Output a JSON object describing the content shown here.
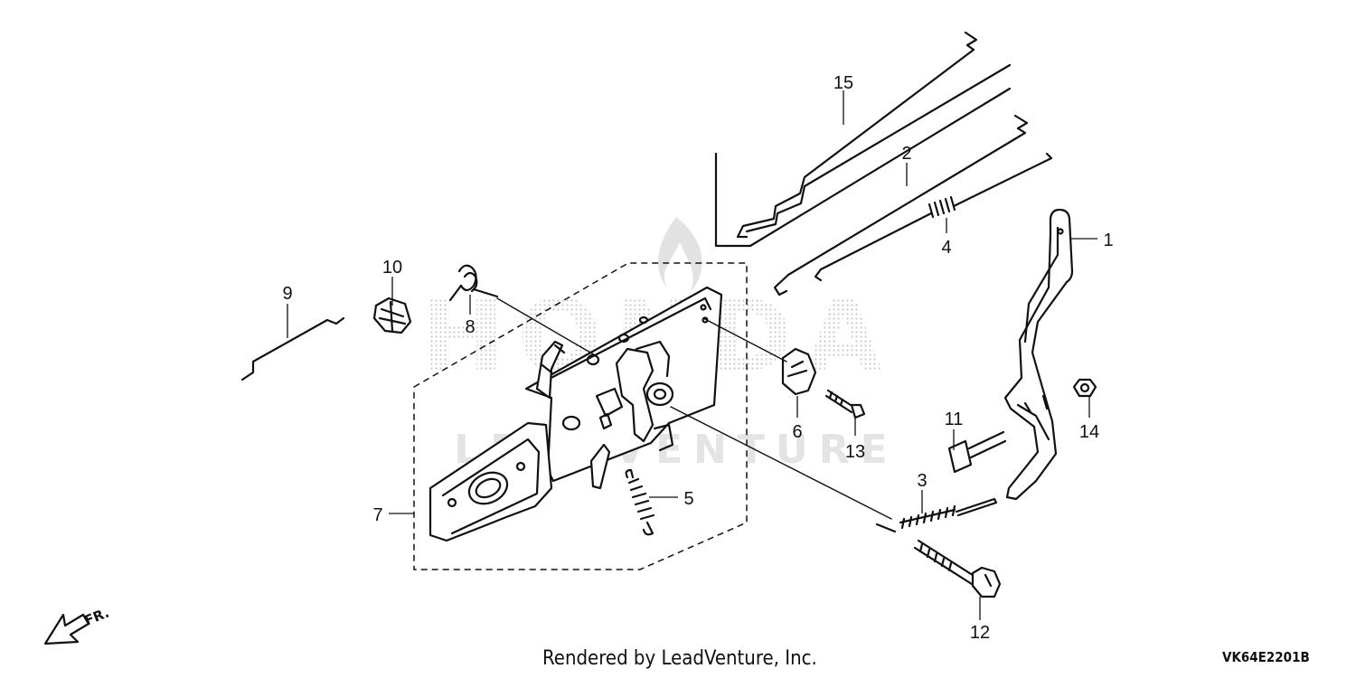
{
  "diagram": {
    "callouts": [
      "1",
      "2",
      "3",
      "4",
      "5",
      "6",
      "7",
      "8",
      "9",
      "10",
      "11",
      "12",
      "13",
      "14",
      "15"
    ],
    "direction_label": "FR.",
    "watermark_brand": "HONDA",
    "watermark_text": "LEADVENTURE"
  },
  "footer": {
    "rendered_by": "Rendered by LeadVenture, Inc.",
    "diagram_code": "VK64E2201B"
  },
  "colors": {
    "ink": "#111111",
    "watermark": "#cfcfcf",
    "background": "#ffffff"
  }
}
